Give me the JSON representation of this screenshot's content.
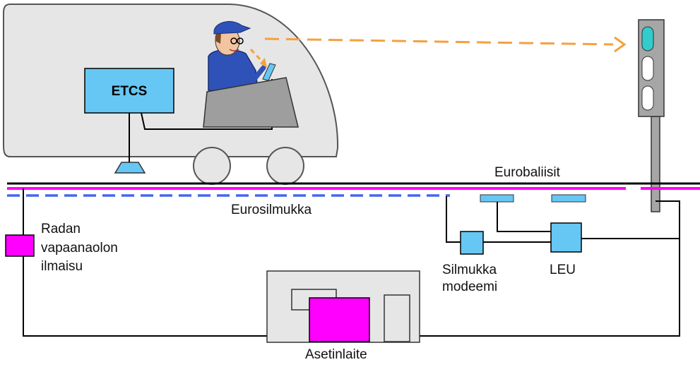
{
  "labels": {
    "etcs": "ETCS",
    "eurobaliisit": "Eurobaliisit",
    "eurosilmukka": "Eurosilmukka",
    "radan_line1": "Radan",
    "radan_line2": "vapaanaolon",
    "radan_line3": "ilmaisu",
    "silmukka_line1": "Silmukka",
    "silmukka_line2": "modeemi",
    "leu": "LEU",
    "asetinlaite": "Asetinlaite"
  },
  "colors": {
    "train_body": "#e6e6e6",
    "equipment": "#66c7f4",
    "track_detection": "#ff00ff",
    "loop_dash": "#4466ee",
    "sight_arrow": "#f5a040",
    "signal_green": "#33cccc",
    "signal_housing": "#a6a6a6",
    "cable": "#000000"
  }
}
